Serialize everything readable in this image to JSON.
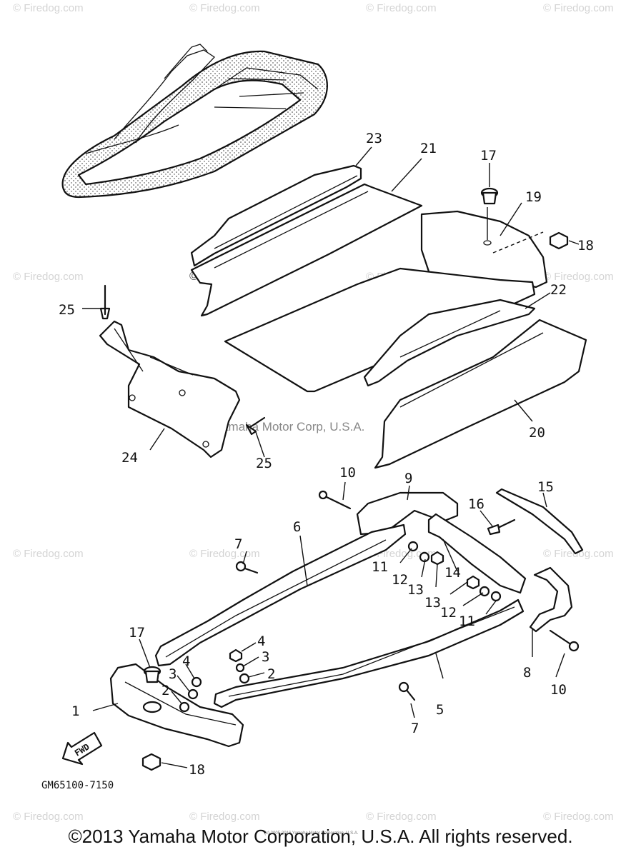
{
  "watermarks": {
    "site": "© Firedog.com",
    "center": "Yamaha Motor Corp, U.S.A."
  },
  "labels": {
    "p1": "1",
    "p2a": "2",
    "p2b": "2",
    "p3a": "3",
    "p3b": "3",
    "p4a": "4",
    "p4b": "4",
    "p5": "5",
    "p6": "6",
    "p7a": "7",
    "p7b": "7",
    "p8": "8",
    "p9": "9",
    "p10a": "10",
    "p10b": "10",
    "p11a": "11",
    "p11b": "11",
    "p12a": "12",
    "p12b": "12",
    "p13a": "13",
    "p13b": "13",
    "p14": "14",
    "p15": "15",
    "p16": "16",
    "p17a": "17",
    "p17b": "17",
    "p18a": "18",
    "p18b": "18",
    "p19": "19",
    "p20": "20",
    "p21": "21",
    "p22": "22",
    "p23": "23",
    "p24": "24",
    "p25a": "25",
    "p25b": "25"
  },
  "fwd": "FWD",
  "diagram_code": "GM65100-7150",
  "small_copyright": "(c) 2005-2016 Yamaha Motor Corporation, U.S.A.",
  "copyright": "©2013 Yamaha Motor Corporation, U.S.A. All rights reserved."
}
